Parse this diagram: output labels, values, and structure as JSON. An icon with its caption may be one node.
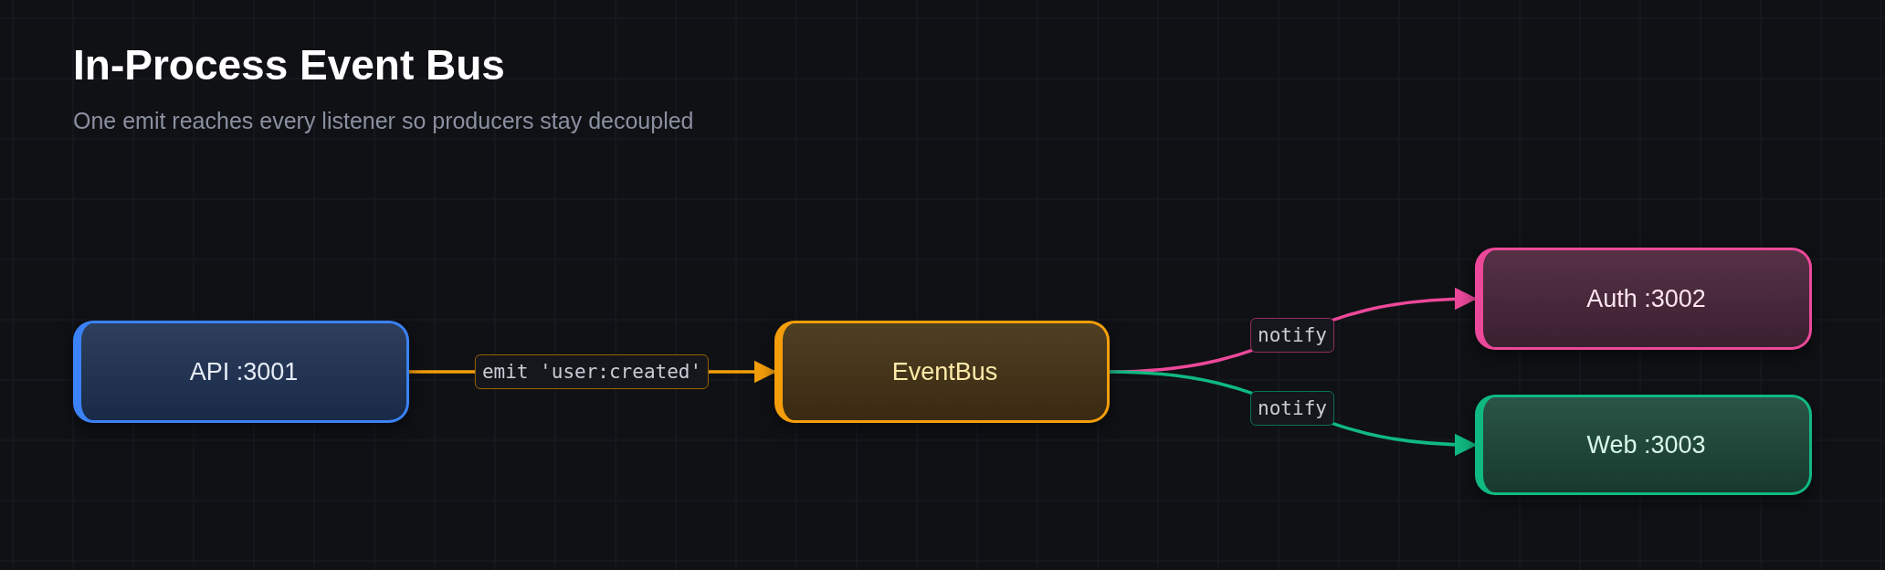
{
  "diagram": {
    "title": "In-Process Event Bus",
    "caption": "One emit reaches every listener so producers stay decoupled",
    "nodes": [
      {
        "text": [
          "API :3001"
        ]
      },
      {
        "text": [
          "EventBus"
        ]
      },
      {
        "text": [
          "Auth :3002"
        ]
      },
      {
        "text": [
          "Web :3003"
        ]
      }
    ],
    "edges": [
      {
        "from": 0,
        "to": 1,
        "arrow": "to",
        "label": "emit 'user:created'",
        "color": "#f59e0b"
      },
      {
        "from": 1,
        "to": 2,
        "arrow": "to",
        "label": "notify",
        "color": "#ec4899"
      },
      {
        "from": 1,
        "to": 3,
        "arrow": "to",
        "label": "notify",
        "color": "#10b981"
      }
    ]
  }
}
